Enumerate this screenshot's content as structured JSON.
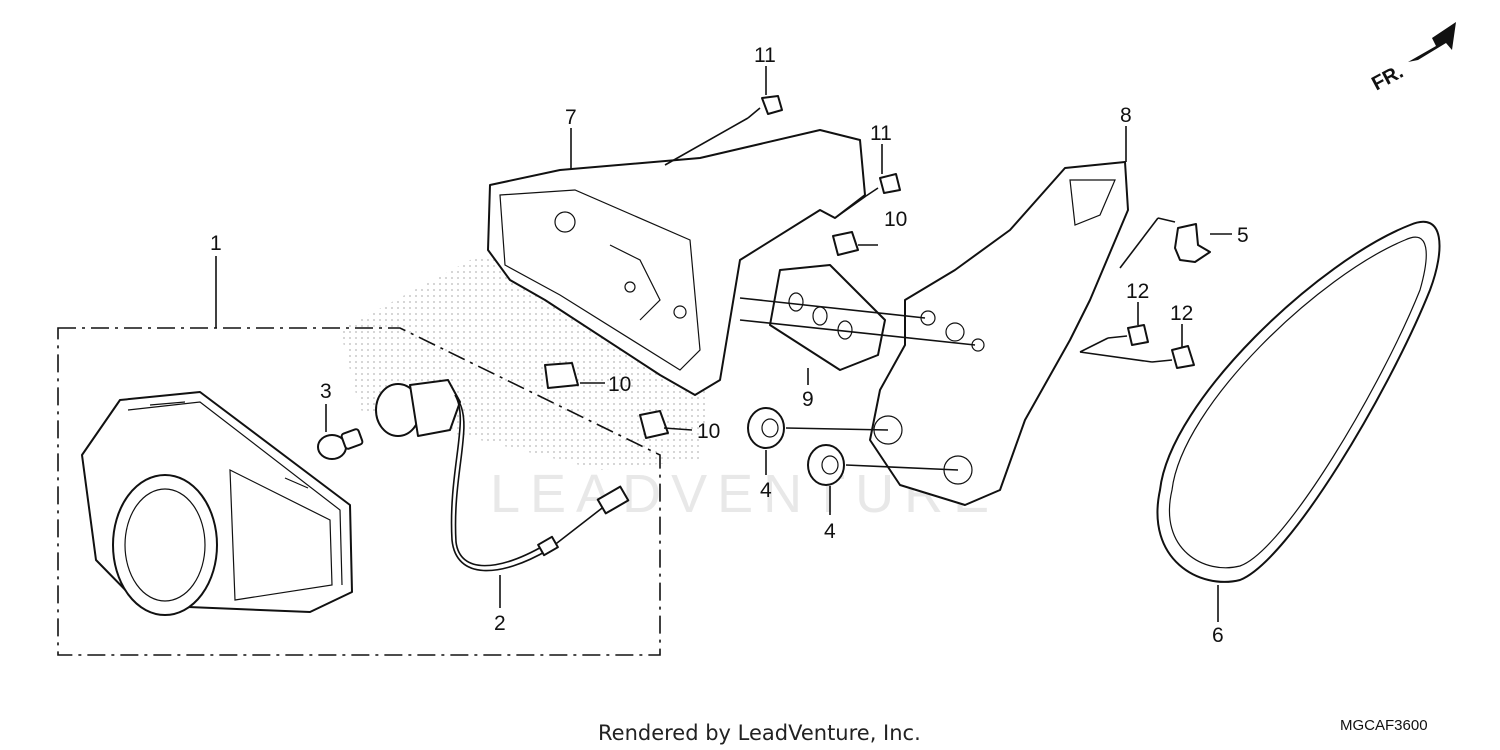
{
  "watermark": "LEADVENTURE",
  "orientation_label": "FR.",
  "footer": {
    "credit": "Rendered by LeadVenture, Inc.",
    "diagram_code": "MGCAF3600"
  },
  "callouts": [
    {
      "id": "c1",
      "label": "1"
    },
    {
      "id": "c2",
      "label": "2"
    },
    {
      "id": "c3",
      "label": "3"
    },
    {
      "id": "c4a",
      "label": "4"
    },
    {
      "id": "c4b",
      "label": "4"
    },
    {
      "id": "c5",
      "label": "5"
    },
    {
      "id": "c6",
      "label": "6"
    },
    {
      "id": "c7",
      "label": "7"
    },
    {
      "id": "c8",
      "label": "8"
    },
    {
      "id": "c9",
      "label": "9"
    },
    {
      "id": "c10a",
      "label": "10"
    },
    {
      "id": "c10b",
      "label": "10"
    },
    {
      "id": "c10c",
      "label": "10"
    },
    {
      "id": "c11a",
      "label": "11"
    },
    {
      "id": "c11b",
      "label": "11"
    },
    {
      "id": "c12a",
      "label": "12"
    },
    {
      "id": "c12b",
      "label": "12"
    }
  ]
}
